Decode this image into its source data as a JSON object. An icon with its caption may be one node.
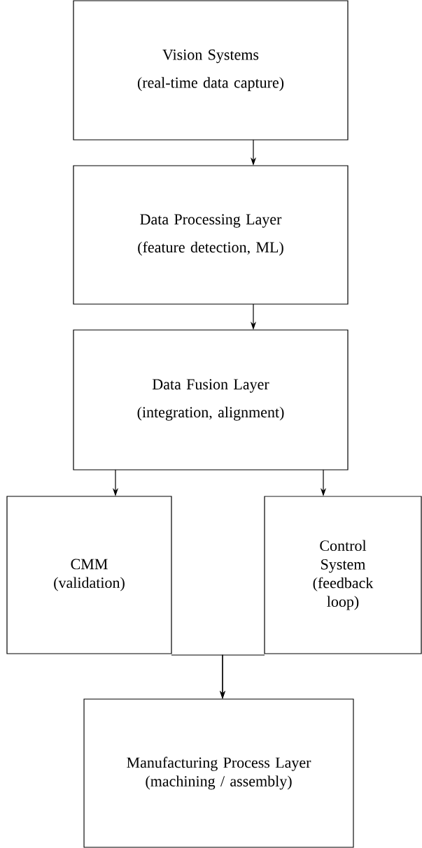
{
  "diagram": {
    "nodes": [
      {
        "text": [
          "Vision Systems",
          "(real-time data capture)"
        ]
      },
      {
        "text": [
          "Data Processing Layer",
          "(feature detection, ML)"
        ]
      },
      {
        "text": [
          "Data Fusion Layer",
          "(integration, alignment)"
        ]
      },
      {
        "text": [
          "CMM",
          "(validation)"
        ]
      },
      {
        "text": [
          "Control System",
          "(feedback loop)"
        ]
      },
      {
        "text": [
          "Manufacturing Process Layer",
          "(machining / assembly)"
        ]
      }
    ],
    "edges": [
      {
        "from": 0,
        "to": 1,
        "arrow": "to"
      },
      {
        "from": 1,
        "to": 2,
        "arrow": "to"
      },
      {
        "from": 2,
        "to": 3,
        "arrow": "to"
      },
      {
        "from": 2,
        "to": 4,
        "arrow": "to"
      },
      {
        "from": 3,
        "to": 5,
        "arrow": "to"
      },
      {
        "from": 4,
        "to": 5,
        "arrow": "to"
      }
    ]
  }
}
